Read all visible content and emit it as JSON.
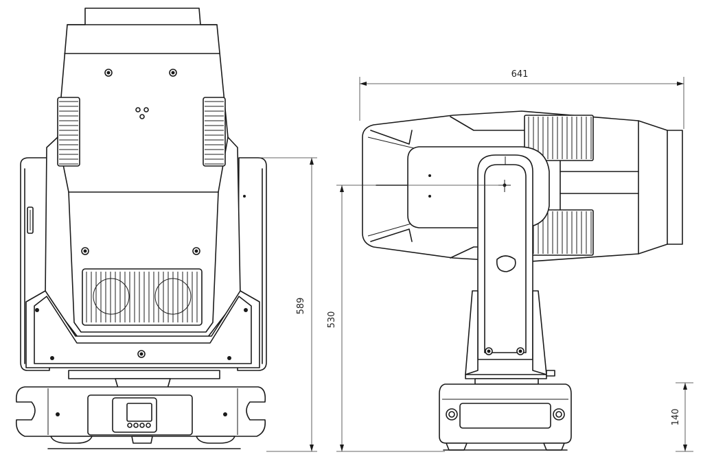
{
  "dimensions": {
    "width": "641",
    "height_overall": "589",
    "height_side": "530",
    "base_height": "140"
  }
}
